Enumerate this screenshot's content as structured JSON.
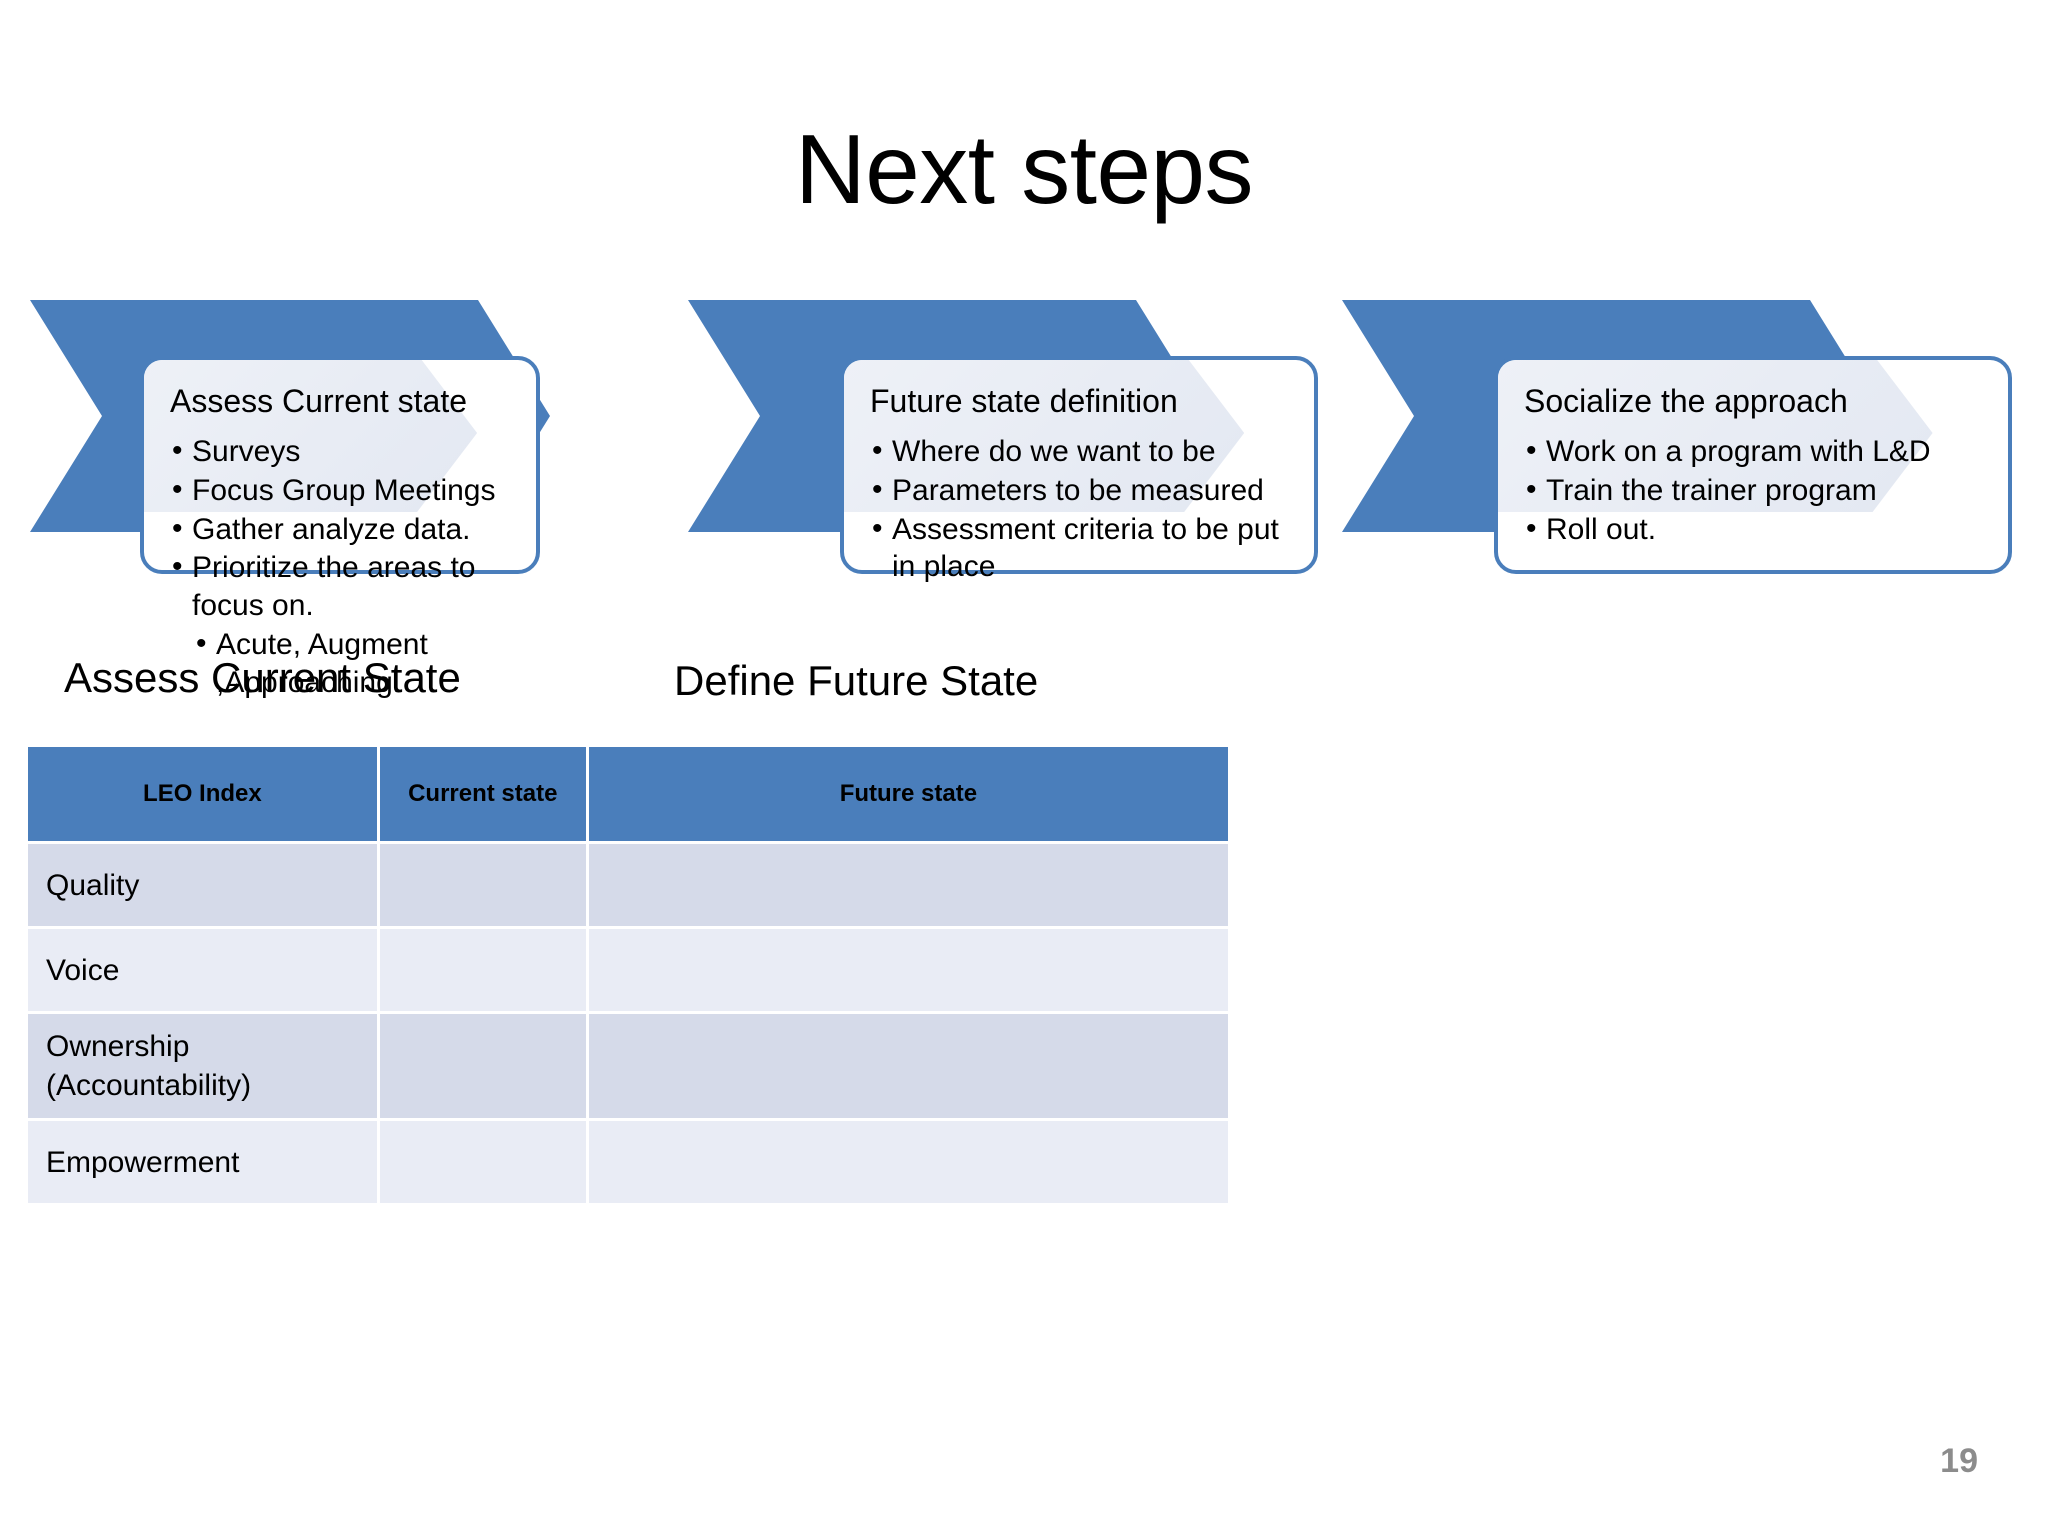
{
  "slide": {
    "title": "Next steps",
    "page_number": "19",
    "accent_blue": "#4a7ebb",
    "band_dark": "#d5dae9",
    "band_light": "#e9ecf5",
    "page_number_color": "#8c8c8c"
  },
  "process": {
    "steps": [
      {
        "heading": "Assess Current state",
        "bullets": [
          {
            "text": "Surveys",
            "level": 1
          },
          {
            "text": "Focus Group Meetings",
            "level": 1
          },
          {
            "text": "Gather analyze data.",
            "level": 1
          },
          {
            "text": "Prioritize the areas to focus on.",
            "level": 1
          },
          {
            "text": "Acute, Augment ,Approaching.",
            "level": 2
          }
        ]
      },
      {
        "heading": "Future state definition",
        "bullets": [
          {
            "text": "Where do we want to be",
            "level": 1
          },
          {
            "text": "Parameters to be measured",
            "level": 1
          },
          {
            "text": "Assessment criteria to be put in place",
            "level": 1
          }
        ]
      },
      {
        "heading": "Socialize the approach",
        "bullets": [
          {
            "text": "Work on a program with L&D",
            "level": 1
          },
          {
            "text": "Train the trainer program",
            "level": 1
          },
          {
            "text": "Roll out.",
            "level": 1
          }
        ]
      }
    ]
  },
  "sections": {
    "assess_heading": "Assess Current State",
    "define_heading": "Define Future State"
  },
  "table": {
    "columns": [
      "LEO Index",
      "Current state",
      "Future state"
    ],
    "rows": [
      {
        "leo_index": "Quality",
        "current_state": "",
        "future_state": ""
      },
      {
        "leo_index": "Voice",
        "current_state": "",
        "future_state": ""
      },
      {
        "leo_index": "Ownership (Accountability)",
        "current_state": "",
        "future_state": ""
      },
      {
        "leo_index": "Empowerment",
        "current_state": "",
        "future_state": ""
      }
    ]
  }
}
